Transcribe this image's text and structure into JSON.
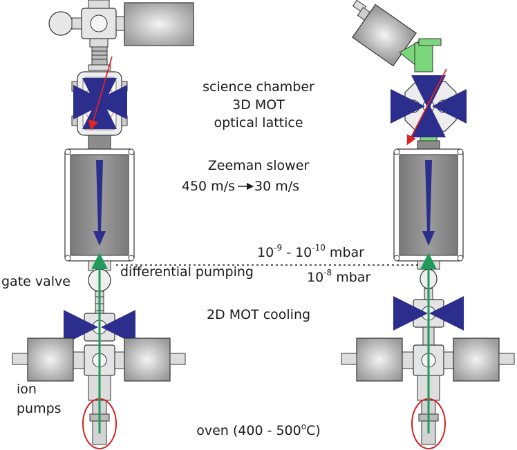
{
  "labels": {
    "science_line1": "science chamber",
    "science_line2": "3D MOT",
    "science_line3": "optical lattice",
    "zeeman_line1": "Zeeman slower",
    "zeeman_speed_from": "450 m/s",
    "zeeman_speed_to": "30 m/s",
    "vac_high_base": "10",
    "vac_high_exp": "-9",
    "vac_high_sep": " - 10",
    "vac_high_exp2": "-10",
    "vac_high_unit": " mbar",
    "diff_pumping": "differential pumping",
    "vac_low_base": "10",
    "vac_low_exp": "-8",
    "vac_low_unit": " mbar",
    "gate_valve": "gate valve",
    "mot2d": "2D MOT cooling",
    "ion_line1": "ion",
    "ion_line2": "pumps",
    "oven_prefix": "oven (400 - 500",
    "oven_deg": "o",
    "oven_suffix": "C)"
  },
  "colors": {
    "beam_blue": "#2b2e8c",
    "atom_green": "#1e9a5a",
    "laser_red": "#e02424",
    "oven_ring": "#d42020",
    "slower_gray": "#8a8a8a",
    "chamber_green": "#7cd67c",
    "steel": "#cfcfcf"
  }
}
